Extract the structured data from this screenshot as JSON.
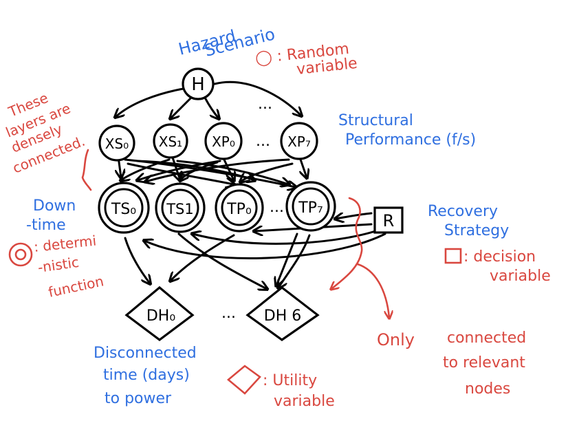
{
  "colors": {
    "blue": "#2f6fe0",
    "red": "#d9473f",
    "ink": "#000000"
  },
  "nodes": {
    "h": "H",
    "xs0": "XS₀",
    "xs1": "XS₁",
    "xp0": "XP₀",
    "xp7": "XP₇",
    "ts0": "TS₀",
    "ts1": "TS1",
    "tp0": "TP₀",
    "tp7": "TP₇",
    "r": "R",
    "dh0": "DH₀",
    "dh6": "DH 6",
    "ellipsis": "..."
  },
  "labels": {
    "hazard_1": "Hazard",
    "hazard_2": "Scenario",
    "random_1": "◯ : Random",
    "random_2": "variable",
    "layers_1": "These",
    "layers_2": "layers are",
    "layers_3": "densely",
    "layers_4": "connected.",
    "struct_1": "Structural",
    "struct_2": "Performance (f/s)",
    "down_1": "Down",
    "down_2": "-time",
    "det_1": ": determi",
    "det_2": "-nistic",
    "det_3": "function",
    "recovery_1": "Recovery",
    "recovery_2": "Strategy",
    "decision_1": ": decision",
    "decision_2": "variable",
    "disc_1": "Disconnected",
    "disc_2": "time (days)",
    "disc_3": "to power",
    "utility_1": ": Utility",
    "utility_2": "variable",
    "only": "Only",
    "conn_1": "connected",
    "conn_2": "to relevant",
    "conn_3": "nodes"
  }
}
